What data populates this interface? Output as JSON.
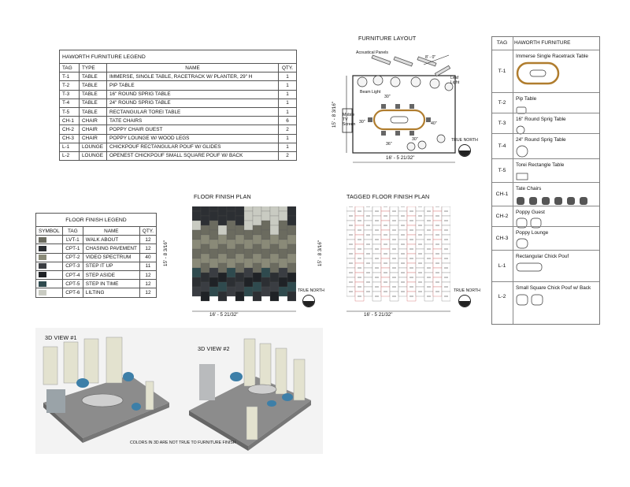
{
  "furniture_legend": {
    "title": "HAWORTH FURNITURE LEGEND",
    "headers": [
      "TAG",
      "TYPE",
      "NAME",
      "QTY."
    ],
    "rows": [
      {
        "tag": "T-1",
        "type": "TABLE",
        "name": "IMMERSE, SINGLE TABLE, RACETRACK W/ PLANTER, 29\" H",
        "qty": "1"
      },
      {
        "tag": "T-2",
        "type": "TABLE",
        "name": "PIP TABLE",
        "qty": "1"
      },
      {
        "tag": "T-3",
        "type": "TABLE",
        "name": "16\" ROUND SPRIG TABLE",
        "qty": "1"
      },
      {
        "tag": "T-4",
        "type": "TABLE",
        "name": "24\" ROUND SPRIG TABLE",
        "qty": "1"
      },
      {
        "tag": "T-5",
        "type": "TABLE",
        "name": "RECTANGULAR TOREI TABLE",
        "qty": "1"
      },
      {
        "tag": "CH-1",
        "type": "CHAIR",
        "name": "TATE CHAIRS",
        "qty": "6"
      },
      {
        "tag": "CH-2",
        "type": "CHAIR",
        "name": "POPPY CHAIR GUEST",
        "qty": "2"
      },
      {
        "tag": "CH-3",
        "type": "CHAIR",
        "name": "POPPY LOUNGE W/ WOOD LEGS",
        "qty": "1"
      },
      {
        "tag": "L-1",
        "type": "LOUNGE",
        "name": "CHICKPOUF RECTANGULAR POUF W/ GLIDES",
        "qty": "1"
      },
      {
        "tag": "L-2",
        "type": "LOUNGE",
        "name": "OPENEST CHICKPOUF SMALL SQUARE POUF W/ BACK",
        "qty": "2"
      }
    ]
  },
  "floor_legend": {
    "title": "FLOOR FINISH LEGEND",
    "headers": [
      "SYMBOL",
      "TAG",
      "NAME",
      "QTY."
    ],
    "rows": [
      {
        "color": "#6b6b5f",
        "tag": "LVT-1",
        "name": "WALK ABOUT",
        "qty": "12"
      },
      {
        "color": "#2c2f33",
        "tag": "CPT-1",
        "name": "CHASING PAVEMENT",
        "qty": "12"
      },
      {
        "color": "#8a8a78",
        "tag": "CPT-2",
        "name": "VIDEO SPECTRUM",
        "qty": "40"
      },
      {
        "color": "#3a3d42",
        "tag": "CPT-3",
        "name": "STEP IT UP",
        "qty": "11"
      },
      {
        "color": "#1f2226",
        "tag": "CPT-4",
        "name": "STEP ASIDE",
        "qty": "12"
      },
      {
        "color": "#2f4a4e",
        "tag": "CPT-5",
        "name": "STEP IN TIME",
        "qty": "12"
      },
      {
        "color": "#c9cbc2",
        "tag": "CPT-6",
        "name": "LILTING",
        "qty": "12"
      }
    ]
  },
  "layout": {
    "title": "FURNITURE LAYOUT",
    "acoustical": "Acoustical Panels",
    "leaf_light": "Leaf Light",
    "beam_light": "Beam Light",
    "mobile_tv": "Mobile TV Screen",
    "dim_top": "8' - 0\"",
    "dim_30a": "30\"",
    "dim_30b": "30\"",
    "dim_40": "40\"",
    "dim_30c": "30\"",
    "dim_36": "36\"",
    "dim_width": "16' - 5 21/32\"",
    "dim_height": "15' - 8 3/16\"",
    "true_north": "TRUE NORTH"
  },
  "floor_plan": {
    "title": "FLOOR FINISH PLAN",
    "dim_width": "16' - 5 21/32\"",
    "dim_height": "15' - 8 3/16\"",
    "true_north": "TRUE NORTH"
  },
  "tagged_plan": {
    "title": "TAGGED FLOOR FINISH PLAN",
    "dim_width": "16' - 5 21/32\"",
    "dim_height": "15' - 8 3/16\"",
    "true_north": "TRUE NORTH"
  },
  "haworth": {
    "header_tag": "TAG",
    "header_name": "HAWORTH FURNITURE",
    "rows": [
      {
        "tag": "T-1",
        "name": "Immerse Single Racetrack Table",
        "icon": "racetrack-table-icon"
      },
      {
        "tag": "T-2",
        "name": "Pip Table",
        "icon": "pip-table-icon"
      },
      {
        "tag": "T-3",
        "name": "16\" Round Sprig Table",
        "icon": "round-table-icon"
      },
      {
        "tag": "T-4",
        "name": "24\" Round Sprig Table",
        "icon": "round-table-icon"
      },
      {
        "tag": "T-5",
        "name": "Torei Rectangle Table",
        "icon": "rect-table-icon"
      },
      {
        "tag": "CH-1",
        "name": "Tate Chairs",
        "icon": "chair-icon"
      },
      {
        "tag": "CH-2",
        "name": "Poppy Guest",
        "icon": "guest-chair-icon"
      },
      {
        "tag": "CH-3",
        "name": "Poppy Lounge",
        "icon": "lounge-chair-icon"
      },
      {
        "tag": "L-1",
        "name": "Rectangular Chick Pouf",
        "icon": "pouf-icon"
      },
      {
        "tag": "L-2",
        "name": "Small Square Chick Pouf w/ Back",
        "icon": "pouf-back-icon"
      }
    ]
  },
  "views": {
    "view1": "3D VIEW #1",
    "view2": "3D VIEW #2",
    "note": "COLORS IN 3D ARE NOT TRUE TO FURNITURE FINISH"
  }
}
